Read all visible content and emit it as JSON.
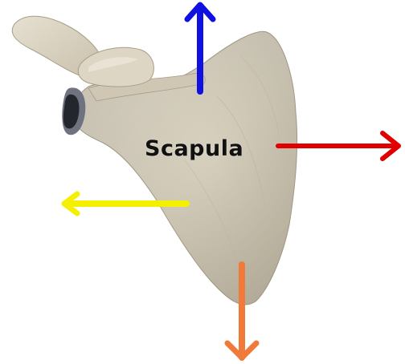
{
  "label": "Scapula",
  "colors": {
    "background": "#ffffff",
    "bone": "#d9d2c1",
    "bone_shadow": "#b9b09b",
    "bone_dark": "#8f8674",
    "socket": "#2b2d33",
    "arrow_up": "#1010e0",
    "arrow_right": "#e00000",
    "arrow_left": "#f5f000",
    "arrow_down": "#f07a3a",
    "label_text": "#111111"
  },
  "arrows": [
    {
      "id": "up",
      "direction": "up",
      "icon": "arrow-up-icon"
    },
    {
      "id": "right",
      "direction": "right",
      "icon": "arrow-right-icon"
    },
    {
      "id": "left",
      "direction": "left",
      "icon": "arrow-left-icon"
    },
    {
      "id": "down",
      "direction": "down",
      "icon": "arrow-down-icon"
    }
  ]
}
